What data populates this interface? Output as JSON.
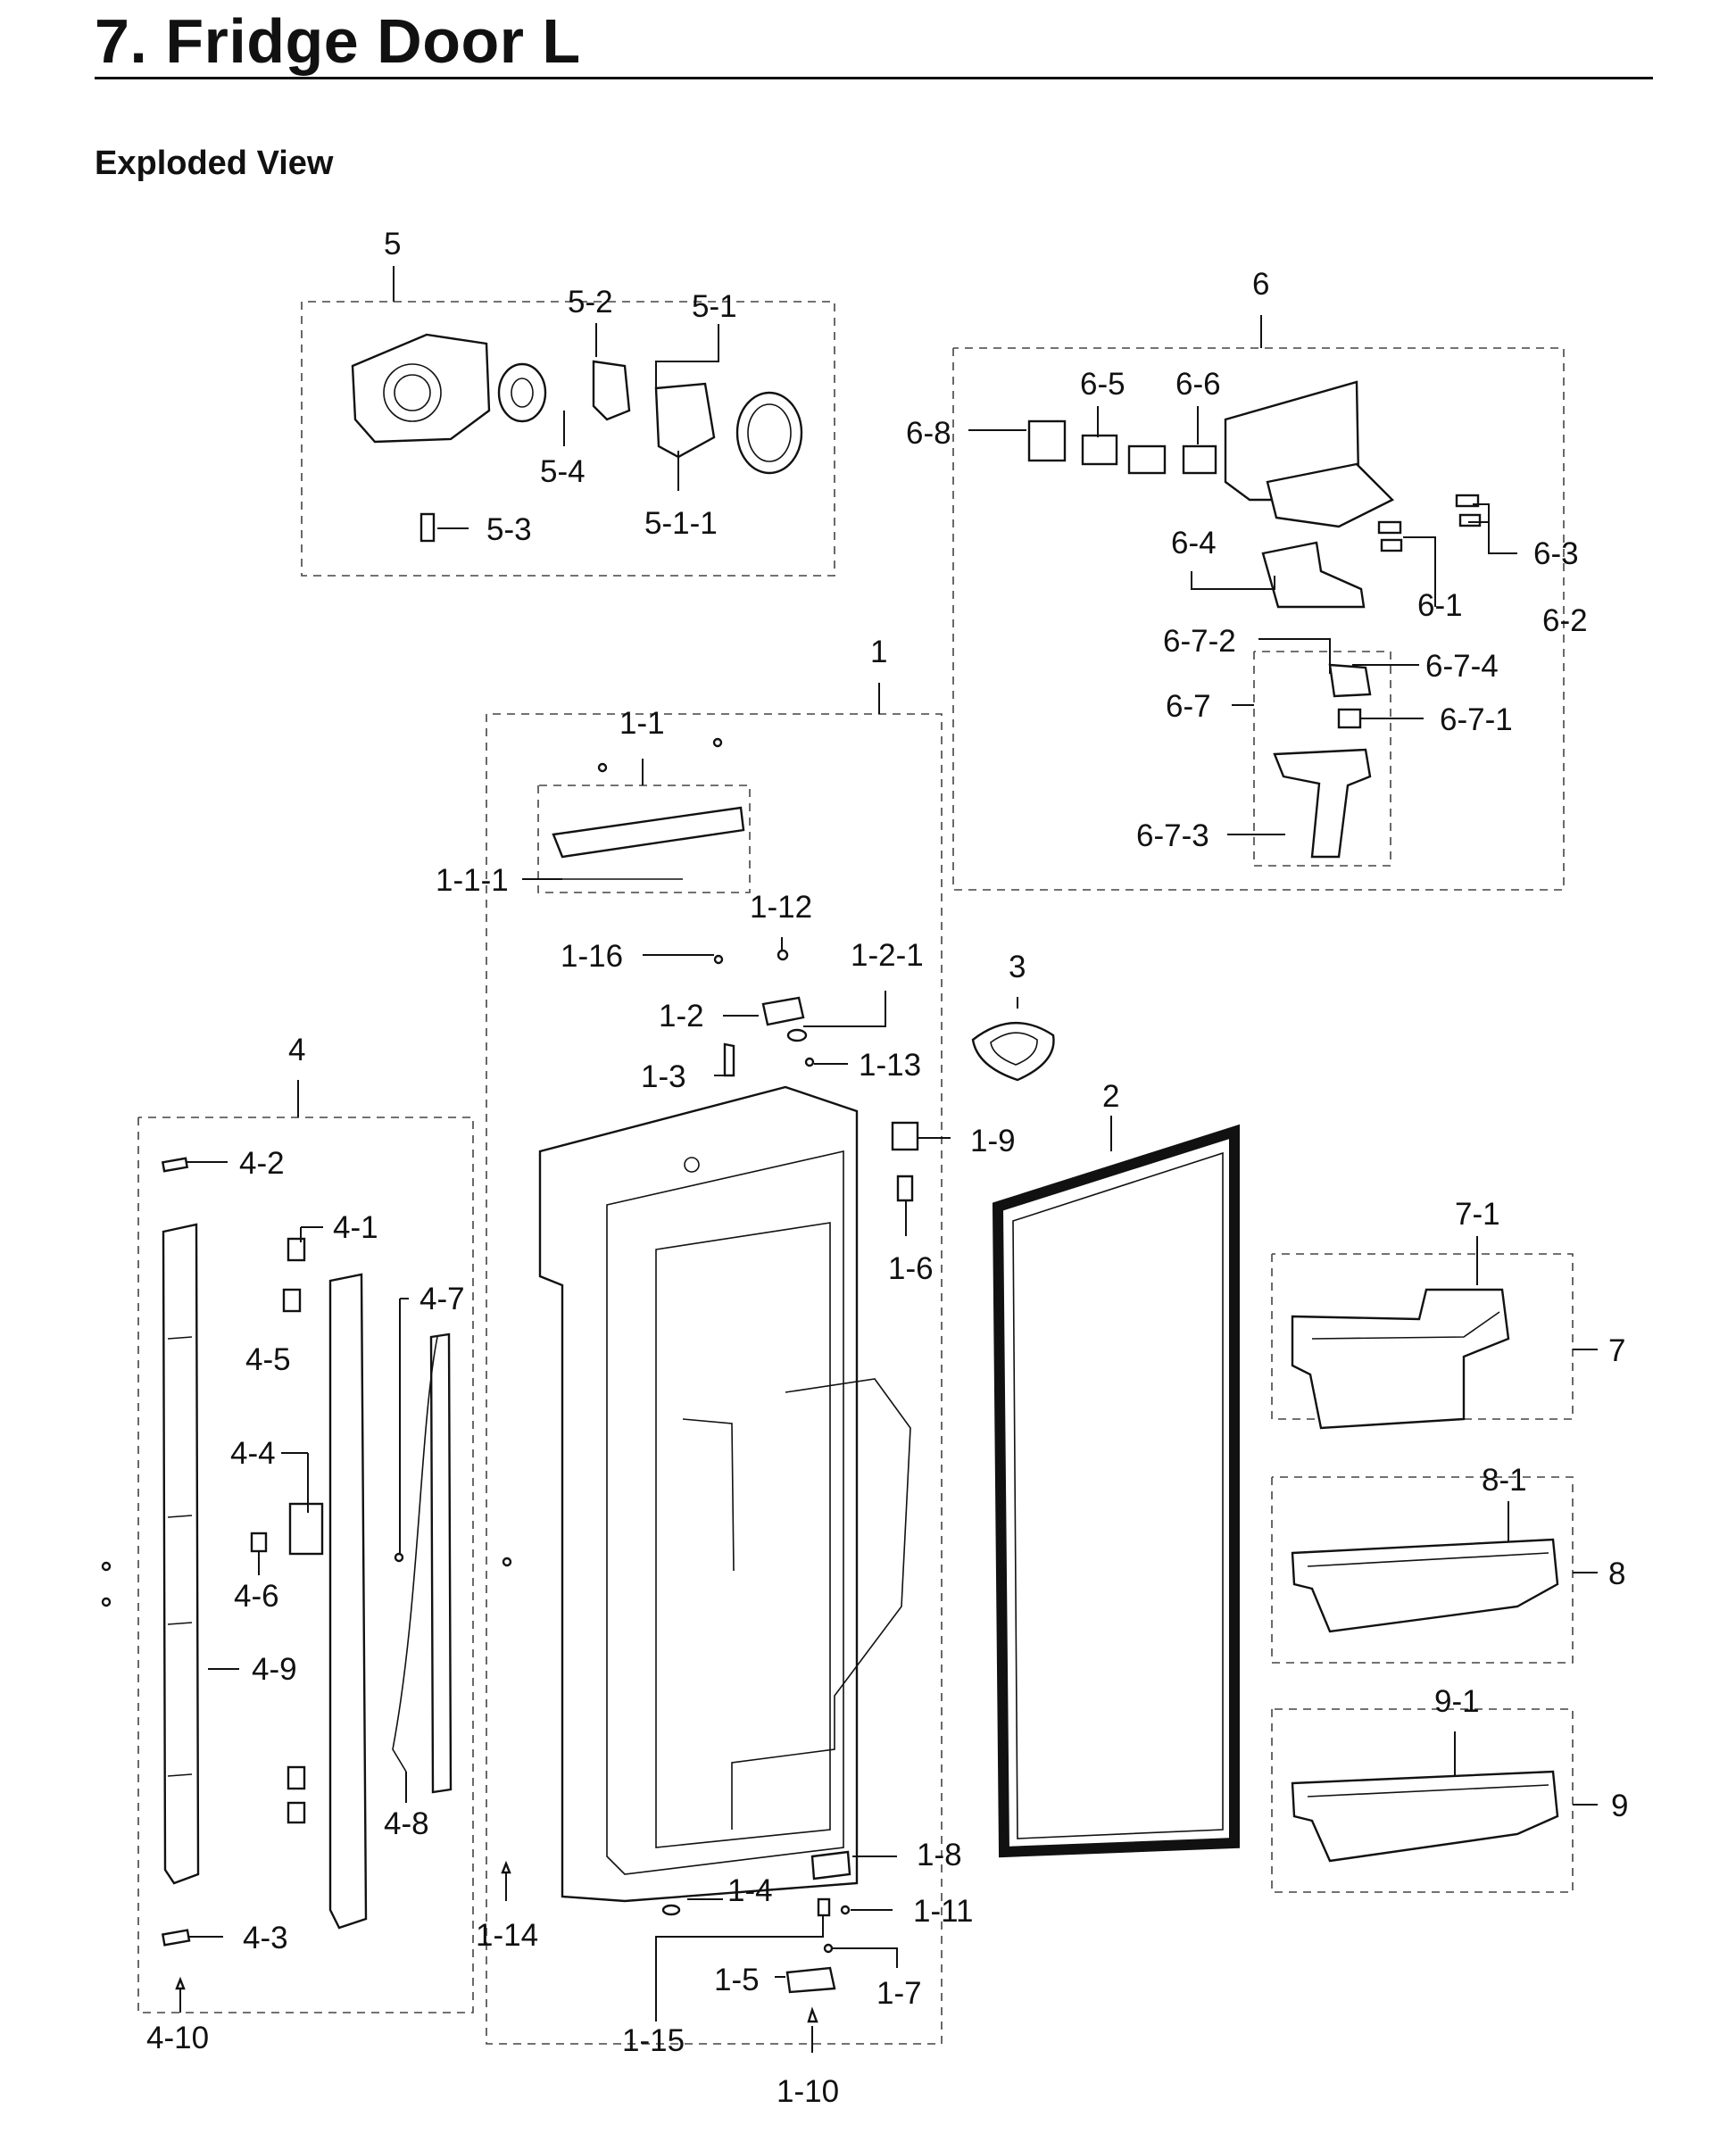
{
  "page": {
    "title": "7.  Fridge Door L",
    "subtitle": "Exploded View"
  },
  "callouts": {
    "c1": "1",
    "c1_1": "1-1",
    "c1_1_1": "1-1-1",
    "c1_2": "1-2",
    "c1_2_1": "1-2-1",
    "c1_3": "1-3",
    "c1_4": "1-4",
    "c1_5": "1-5",
    "c1_6": "1-6",
    "c1_7": "1-7",
    "c1_8": "1-8",
    "c1_9": "1-9",
    "c1_10": "1-10",
    "c1_11": "1-11",
    "c1_12": "1-12",
    "c1_13": "1-13",
    "c1_14": "1-14",
    "c1_15": "1-15",
    "c1_16": "1-16",
    "c2": "2",
    "c3": "3",
    "c4": "4",
    "c4_1": "4-1",
    "c4_2": "4-2",
    "c4_3": "4-3",
    "c4_4": "4-4",
    "c4_5": "4-5",
    "c4_6": "4-6",
    "c4_7": "4-7",
    "c4_8": "4-8",
    "c4_9": "4-9",
    "c4_10": "4-10",
    "c5": "5",
    "c5_1": "5-1",
    "c5_1_1": "5-1-1",
    "c5_2": "5-2",
    "c5_3": "5-3",
    "c5_4": "5-4",
    "c6": "6",
    "c6_1": "6-1",
    "c6_2": "6-2",
    "c6_3": "6-3",
    "c6_4": "6-4",
    "c6_5": "6-5",
    "c6_6": "6-6",
    "c6_7": "6-7",
    "c6_7_1": "6-7-1",
    "c6_7_2": "6-7-2",
    "c6_7_3": "6-7-3",
    "c6_7_4": "6-7-4",
    "c6_8": "6-8",
    "c7": "7",
    "c7_1": "7-1",
    "c8": "8",
    "c8_1": "8-1",
    "c9": "9",
    "c9_1": "9-1"
  }
}
